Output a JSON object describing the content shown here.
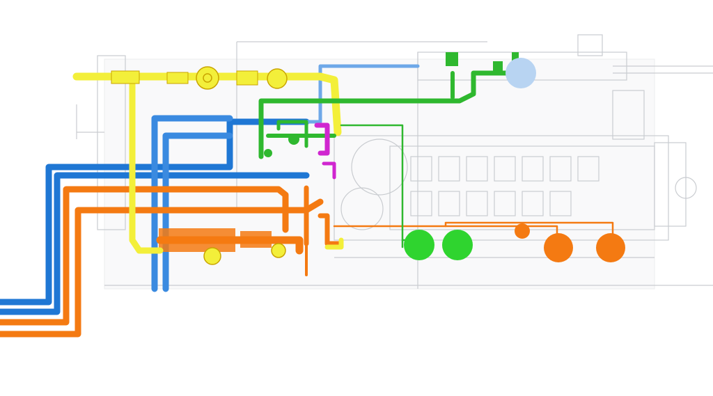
{
  "diagram": {
    "kind": "piping-isometric",
    "colors": {
      "background": "#ffffff",
      "equipment_ghost": "#c9ccd0",
      "blue_line": "#1f77d4",
      "light_blue_line": "#6ea8e8",
      "orange_line": "#f47a12",
      "yellow_line": "#f3ef3a",
      "green_line": "#2fb82f",
      "magenta_line": "#d026d0",
      "pale_blue_tank": "#b8d4f2"
    },
    "pipe_systems": [
      {
        "name": "blue-supply-lines",
        "color": "blue_line",
        "count": 2
      },
      {
        "name": "orange-lines",
        "color": "orange_line",
        "count": 3
      },
      {
        "name": "yellow-line",
        "color": "yellow_line",
        "count": 1
      },
      {
        "name": "green-line",
        "color": "green_line",
        "count": 1
      },
      {
        "name": "magenta-line",
        "color": "magenta_line",
        "count": 1
      }
    ],
    "vessels": [
      {
        "name": "green-vessel-1",
        "color": "green_line"
      },
      {
        "name": "green-vessel-2",
        "color": "green_line"
      },
      {
        "name": "orange-vessel-small",
        "color": "orange_line"
      },
      {
        "name": "orange-vessel-1",
        "color": "orange_line"
      },
      {
        "name": "orange-vessel-2",
        "color": "orange_line"
      },
      {
        "name": "pale-blue-vessel",
        "color": "pale_blue_tank"
      }
    ]
  }
}
